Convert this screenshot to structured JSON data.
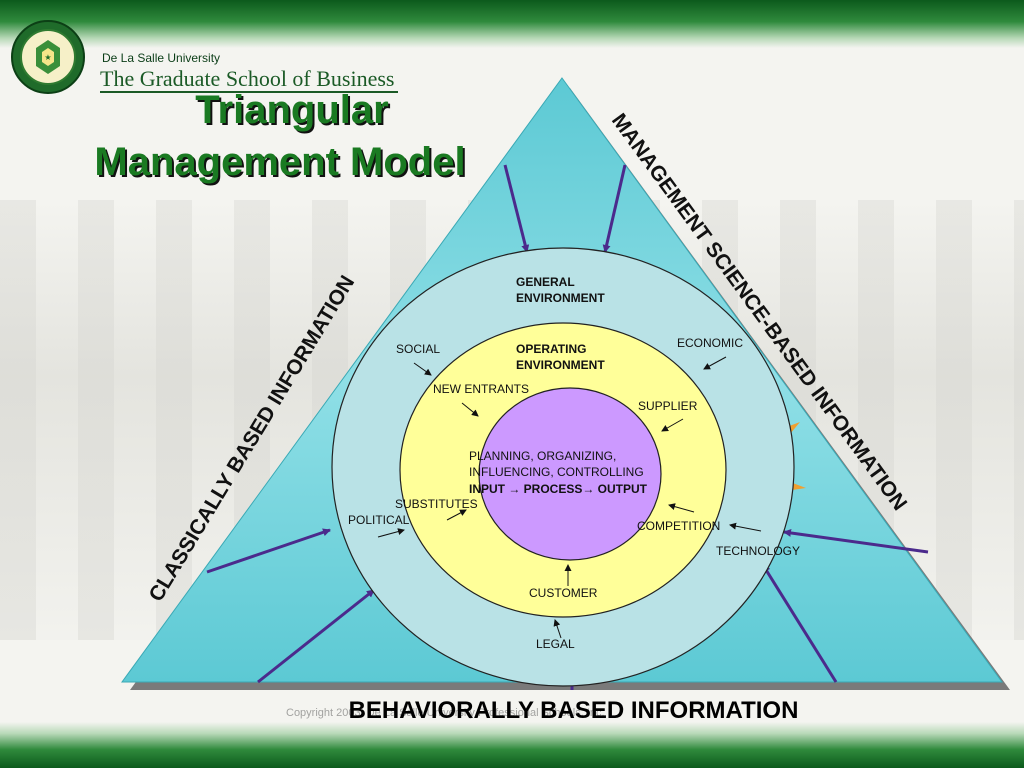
{
  "header": {
    "university": "De La Salle University",
    "school": "The Graduate School of Business"
  },
  "title": {
    "line1": "Triangular",
    "line2": "Management Model"
  },
  "sides": {
    "left": "CLASSICALLY BASED INFORMATION",
    "right": "MANAGEMENT SCIENCE-BASED INFORMATION",
    "bottom": "BEHAVIORALLY BASED INFORMATION"
  },
  "rings": {
    "general": [
      "GENERAL",
      "ENVIRONMENT"
    ],
    "operating": [
      "OPERATING",
      "ENVIRONMENT"
    ],
    "core": [
      "PLANNING, ORGANIZING,",
      "INFLUENCING, CONTROLLING",
      "INPUT → PROCESS→ OUTPUT"
    ]
  },
  "general_factors": [
    "SOCIAL",
    "ECONOMIC",
    "POLITICAL",
    "TECHNOLOGY",
    "LEGAL"
  ],
  "operating_factors": [
    "NEW ENTRANTS",
    "SUPPLIER",
    "SUBSTITUTES",
    "COMPETITION",
    "CUSTOMER"
  ],
  "footer": {
    "copyright": "Copyright 2003, De La Salle University Professional Schools, Inc."
  },
  "colors": {
    "triangle": "#6fd2dc",
    "general_ring": "#b9e2e6",
    "operating_ring": "#ffff99",
    "core": "#cc99ff",
    "arrows": "#4b2a8c",
    "title": "#1a7a22"
  }
}
